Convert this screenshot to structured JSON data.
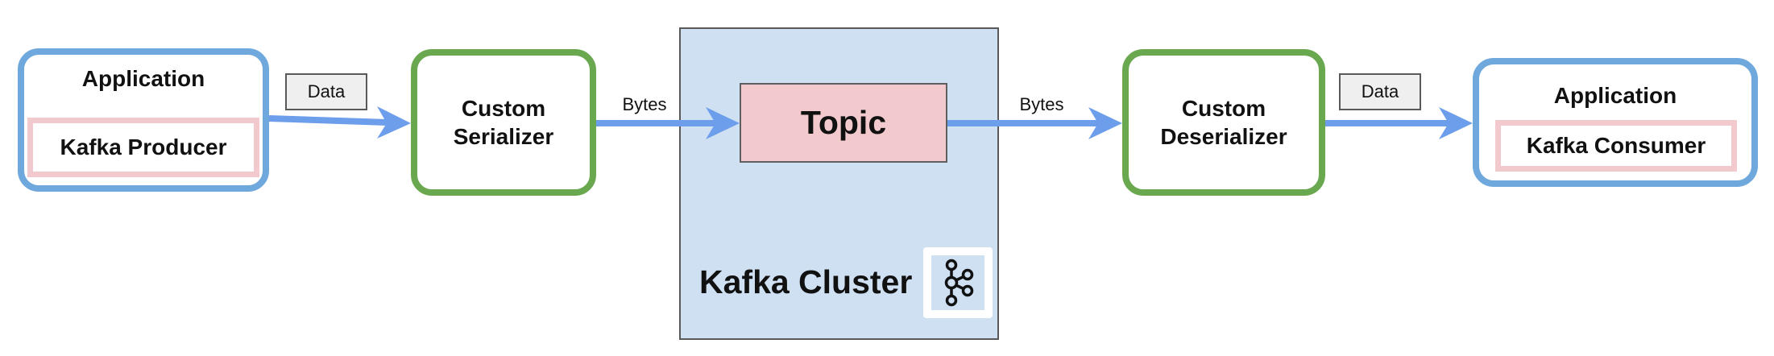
{
  "producer_app": {
    "title": "Application",
    "client": "Kafka Producer"
  },
  "serializer": {
    "line1": "Custom",
    "line2": "Serializer"
  },
  "cluster": {
    "label": "Kafka Cluster",
    "topic": "Topic",
    "logo_icon": "kafka-logo-icon"
  },
  "deserializer": {
    "line1": "Custom",
    "line2": "Deserializer"
  },
  "consumer_app": {
    "title": "Application",
    "client": "Kafka Consumer"
  },
  "edges": {
    "producer_to_serializer": "Data",
    "serializer_to_topic": "Bytes",
    "topic_to_deserializer": "Bytes",
    "deserializer_to_consumer": "Data"
  },
  "colors": {
    "app_border": "#6fa8dc",
    "client_border": "#f2c9cc",
    "codec_border": "#6aa84f",
    "cluster_fill": "#cfe0f3",
    "topic_fill": "#f2c9cc",
    "arrow": "#6d9eeb"
  }
}
